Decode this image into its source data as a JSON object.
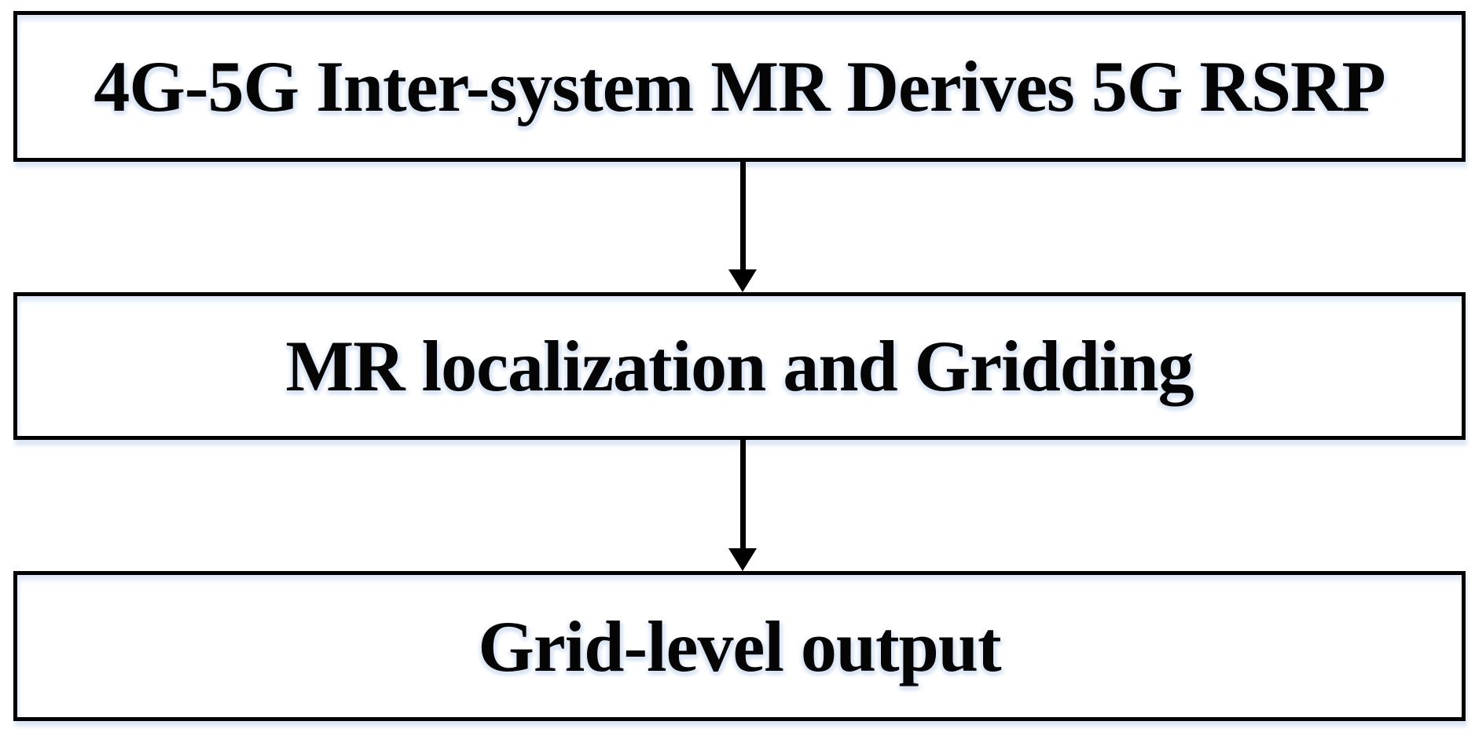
{
  "diagram": {
    "type": "flowchart",
    "direction": "top-to-bottom",
    "nodes": [
      {
        "id": "node-1",
        "label": "4G-5G Inter-system MR Derives 5G RSRP"
      },
      {
        "id": "node-2",
        "label": "MR localization and Gridding"
      },
      {
        "id": "node-3",
        "label": "Grid-level output"
      }
    ],
    "edges": [
      {
        "from": "node-1",
        "to": "node-2",
        "style": "arrow-down"
      },
      {
        "from": "node-2",
        "to": "node-3",
        "style": "arrow-down"
      }
    ],
    "colors": {
      "border": "#000000",
      "fill": "#ffffff",
      "text": "#050505",
      "glow": "#dbe6f5"
    }
  }
}
